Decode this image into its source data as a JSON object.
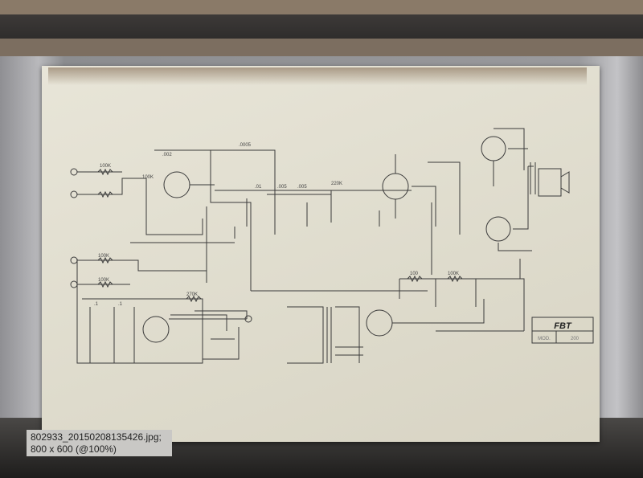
{
  "viewer": {
    "filename": "802933_20150208135426.jpg;",
    "dimensions": "800 x 600 (@100%)"
  },
  "schematic": {
    "title_block": {
      "brand": "FBT",
      "model_label": "MOD.",
      "model_number": "200"
    },
    "component_labels": [
      "100K",
      "100K",
      "100K",
      "100K",
      "270K",
      ".1",
      ".1",
      ".002",
      ".0005",
      ".01",
      ".005",
      ".005",
      "220K",
      "100",
      "100K"
    ]
  },
  "colors": {
    "paper": "#e3e0d2",
    "ink": "#3a3a3a"
  }
}
